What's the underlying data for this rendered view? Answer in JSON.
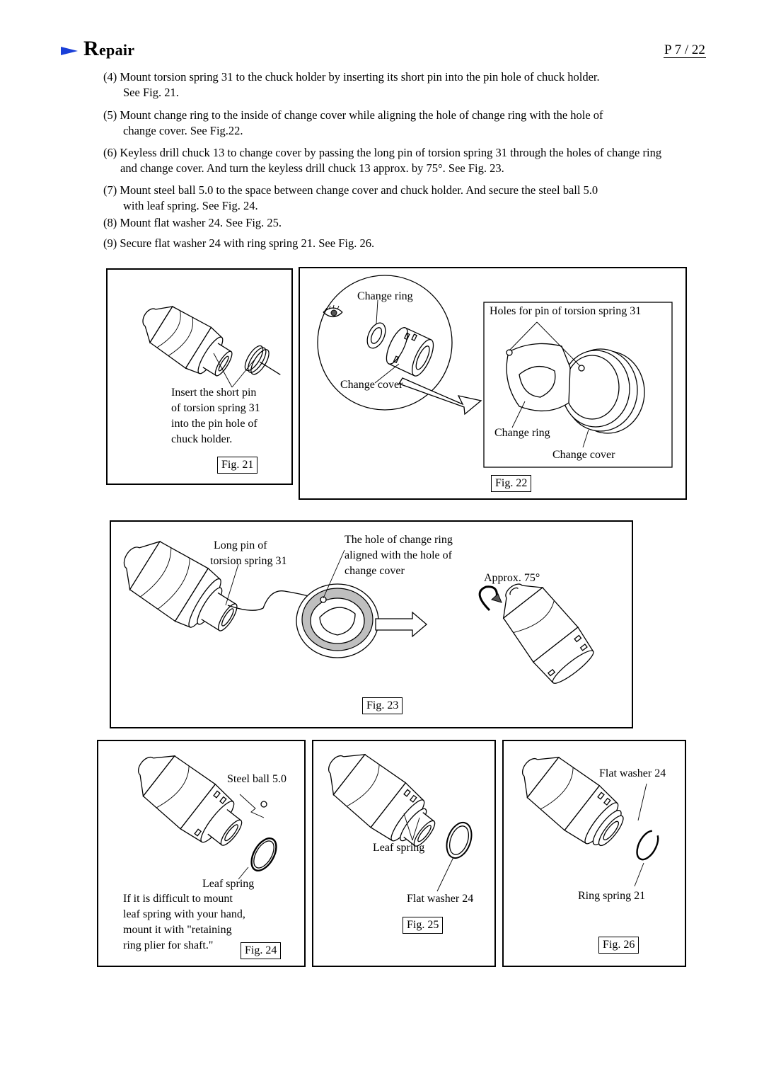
{
  "header": {
    "title_cap": "R",
    "title_rest": "epair",
    "page": "P 7 / 22",
    "arrow_color": "#1a3fd8"
  },
  "steps": [
    {
      "line1": "(4) Mount torsion spring 31 to the chuck holder by inserting its short pin into the pin hole of chuck holder.",
      "line2": "See Fig. 21."
    },
    {
      "line1": "(5) Mount change ring to the inside of change cover while aligning the hole of change ring with the hole of",
      "line2": "change cover.  See Fig.22."
    },
    {
      "line1": "(6) Keyless drill chuck 13 to change cover by passing the long pin of torsion spring 31 through the holes of change ring",
      "line2": "and change cover. And turn the keyless drill chuck 13  approx. by 75°.  See Fig. 23."
    },
    {
      "line1": "(7) Mount steel ball 5.0 to the space between change cover and chuck holder. And secure the steel ball 5.0",
      "line2": "with leaf spring.  See Fig. 24."
    },
    {
      "line1": "(8) Mount flat washer 24.  See Fig. 25."
    },
    {
      "line1": "(9) Secure flat washer 24 with ring spring 21.  See Fig. 26."
    }
  ],
  "fig21": {
    "label_lines": [
      "Insert the short pin",
      "of torsion spring 31",
      "into the pin hole of",
      "chuck holder."
    ],
    "tag": "Fig. 21"
  },
  "fig22": {
    "change_ring_top": "Change ring",
    "change_cover_left": "Change cover",
    "holes_label": "Holes for pin of  torsion spring 31",
    "change_ring_bottom": "Change ring",
    "change_cover_bottom": "Change cover",
    "tag": "Fig. 22"
  },
  "fig23": {
    "long_pin_lines": [
      "Long pin of",
      "torsion spring 31"
    ],
    "hole_lines": [
      "The hole of change ring",
      "aligned with the hole of",
      "change cover"
    ],
    "approx": "Approx. 75°",
    "tag": "Fig. 23"
  },
  "fig24": {
    "steel_ball": "Steel ball 5.0",
    "leaf_spring": "Leaf spring",
    "note_lines": [
      "If it is difficult to mount",
      "leaf spring with your hand,",
      "mount it with \"retaining",
      "ring plier for shaft.\""
    ],
    "tag": "Fig. 24"
  },
  "fig25": {
    "leaf_spring": "Leaf spring",
    "flat_washer": "Flat washer 24",
    "tag": "Fig. 25"
  },
  "fig26": {
    "flat_washer": "Flat washer 24",
    "ring_spring": "Ring spring 21",
    "tag": "Fig. 26"
  }
}
